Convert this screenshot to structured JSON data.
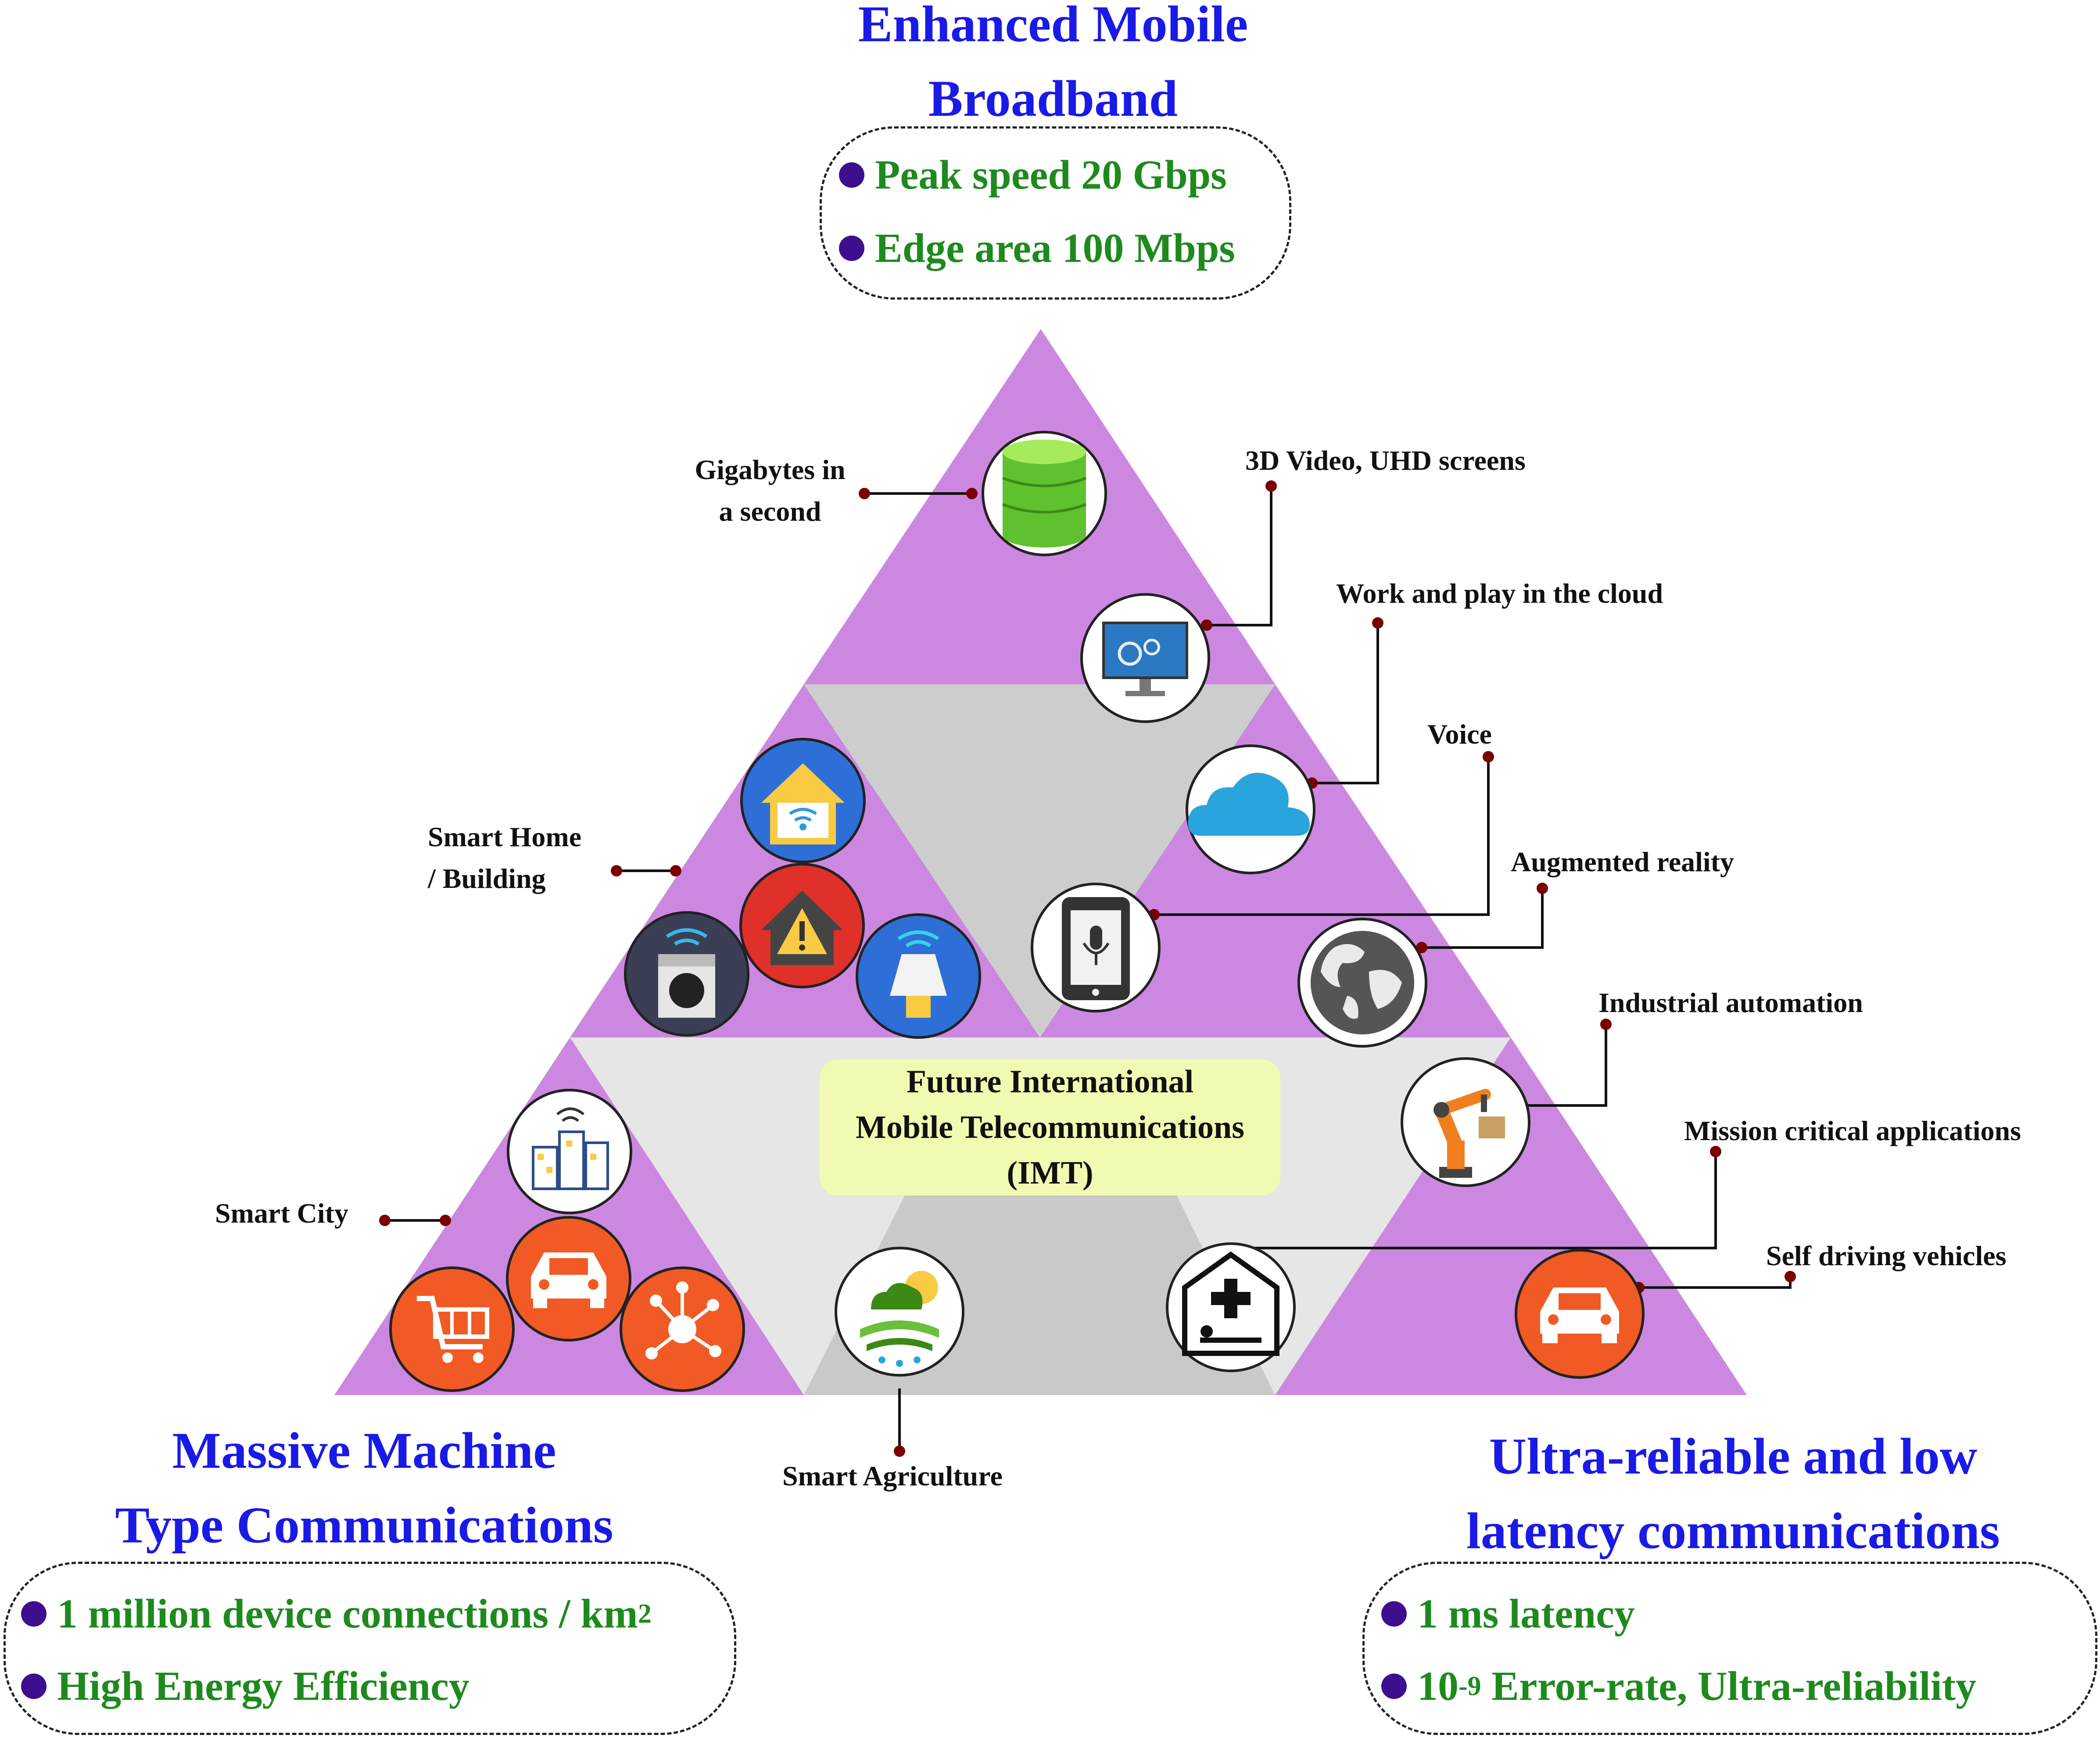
{
  "center": {
    "line1": "Future International",
    "line2": "Mobile Telecommunications",
    "line3": "(IMT)"
  },
  "embb": {
    "title_line1": "Enhanced Mobile",
    "title_line2": "Broadband",
    "bullets": [
      "Peak speed 20 Gbps",
      "Edge area 100 Mbps"
    ]
  },
  "mmtc": {
    "title_line1": "Massive Machine",
    "title_line2": "Type Communications",
    "bullet1_text": "1 million device connections / km",
    "bullet1_sup": "2",
    "bullet2": "High Energy Efficiency"
  },
  "urllc": {
    "title_line1": "Ultra-reliable and low",
    "title_line2": "latency communications",
    "bullet1": "1 ms latency",
    "bullet2_pre": "10",
    "bullet2_sup": "-9",
    "bullet2_post": " Error-rate, Ultra-reliability"
  },
  "labels": {
    "gigabytes_line1": "Gigabytes in",
    "gigabytes_line2": "a second",
    "video": "3D Video, UHD screens",
    "cloud": "Work and play in the cloud",
    "voice": "Voice",
    "ar": "Augmented reality",
    "industrial": "Industrial automation",
    "mission": "Mission critical applications",
    "selfdriving": "Self driving vehicles",
    "smarthome_line1": "Smart Home",
    "smarthome_line2": "/ Building",
    "smartcity": "Smart City",
    "agriculture": "Smart Agriculture"
  },
  "colors": {
    "purple": "#cc88e0",
    "gray_light": "#e6e6e6",
    "gray_mid": "#c9c9c9",
    "heading_blue": "#1a1ae6",
    "bullet_green": "#1e8a1e",
    "bullet_dot": "#3d0f8f",
    "connector": "#7a0000",
    "center_box": "#f1fab0"
  },
  "icons": [
    "database-icon",
    "monitor-gears-icon",
    "cloud-icon",
    "tablet-microphone-icon",
    "globe-icon",
    "robot-arm-icon",
    "hospital-bed-icon",
    "car-icon",
    "smart-home-wifi-icon",
    "home-alert-icon",
    "washing-machine-icon",
    "smart-lamp-icon",
    "smart-city-icon",
    "car-icon",
    "shopping-cart-icon",
    "network-hub-icon",
    "agriculture-icon"
  ]
}
